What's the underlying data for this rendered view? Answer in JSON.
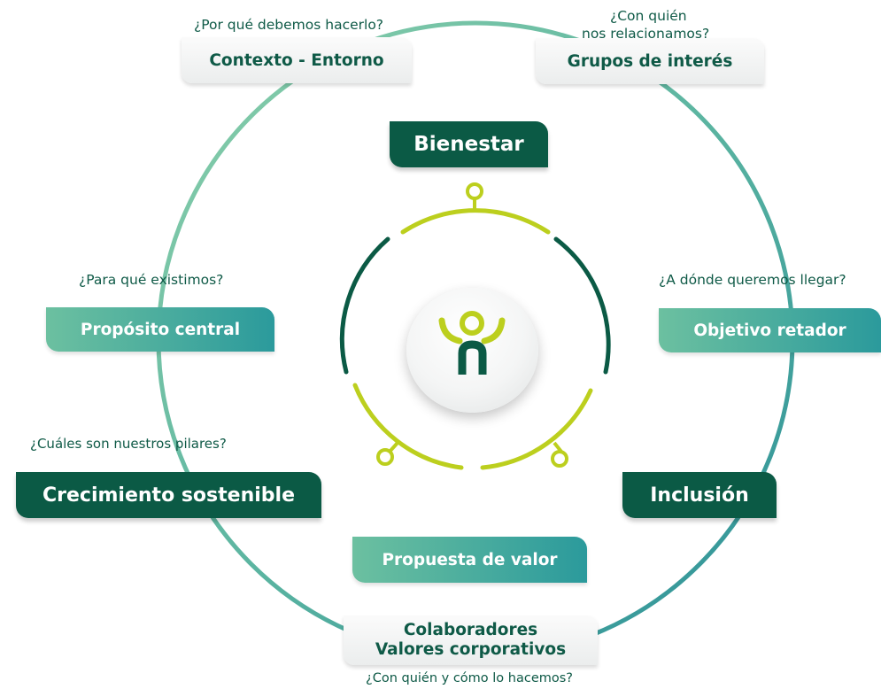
{
  "nodes": {
    "contexto": {
      "question": "¿Por qué debemos hacerlo?",
      "label": "Contexto - Entorno"
    },
    "grupos": {
      "question_line1": "¿Con quién",
      "question_line2": "nos relacionamos?",
      "label": "Grupos de interés"
    },
    "bienestar": {
      "label": "Bienestar"
    },
    "proposito": {
      "question": "¿Para qué existimos?",
      "label": "Propósito central"
    },
    "objetivo": {
      "question": "¿A dónde queremos llegar?",
      "label": "Objetivo retador"
    },
    "crecimiento": {
      "question": "¿Cuáles son nuestros pilares?",
      "label": "Crecimiento sostenible"
    },
    "inclusion": {
      "label": "Inclusión"
    },
    "propuesta": {
      "label": "Propuesta de valor"
    },
    "colaboradores": {
      "label_line1": "Colaboradores",
      "label_line2": "Valores corporativos",
      "question": "¿Con quién y cómo lo hacemos?"
    }
  },
  "colors": {
    "dark_green": "#0b5a45",
    "lime": "#bccf1e",
    "teal_start": "#6cc0a0",
    "teal_end": "#2b9a9c",
    "text_green": "#0f5a47"
  },
  "logo": {
    "name": "n-person-logo"
  }
}
